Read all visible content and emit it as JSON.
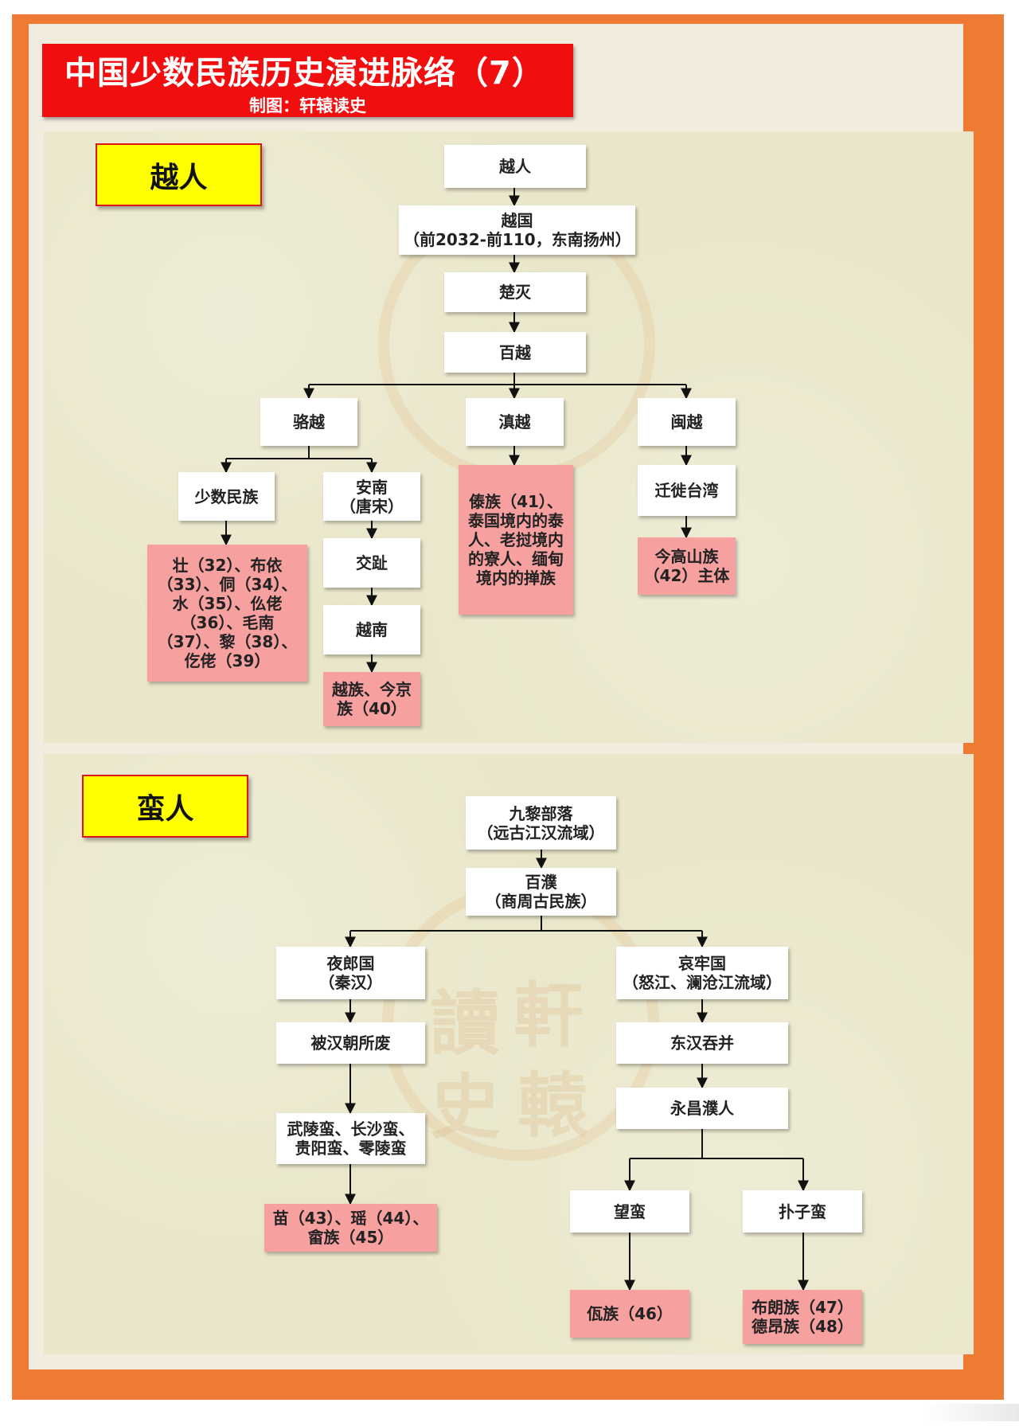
{
  "title": {
    "main": "中国少数民族历史演进脉络（7）",
    "credit": "制图：轩辕读史"
  },
  "sections": {
    "yue": {
      "label": "越人",
      "nodes": {
        "root": "越人",
        "kingdom": "越国\n（前2032-前110，东南扬州）",
        "chu": "楚灭",
        "baiyue": "百越",
        "luoyue": "骆越",
        "dianyue": "滇越",
        "minyue": "闽越",
        "minority": "少数民族",
        "annan": "安南\n（唐宋）",
        "jiaozhi": "交趾",
        "vietnam": "越南",
        "migrate": "迁徙台湾",
        "zhuang": "壮（32）、布依\n（33）、侗（34）、\n水（35）、仫佬\n（36）、毛南\n（37）、黎（38）、\n仡佬（39）",
        "jing": "越族、今京\n族（40）",
        "dai": "傣族（41）、\n泰国境内的泰\n人、老挝境内\n的寮人、缅甸\n境内的掸族",
        "gaoshan": "今高山族\n（42）主体"
      }
    },
    "man": {
      "label": "蛮人",
      "nodes": {
        "jiuli": "九黎部落\n（远古江汉流域）",
        "baipu": "百濮\n（商周古民族）",
        "yelang": "夜郎国\n（秦汉）",
        "ailao": "哀牢国\n（怒江、澜沧江流域）",
        "abolished": "被汉朝所废",
        "annexed": "东汉吞并",
        "wuling": "武陵蛮、长沙蛮、\n贵阳蛮、零陵蛮",
        "yongchang": "永昌濮人",
        "wangman": "望蛮",
        "puziman": "扑子蛮",
        "miao": "苗（43）、瑶（44）、\n畲族（45）",
        "wa": "佤族（46）",
        "bulang": "布朗族（47）\n德昂族（48）"
      }
    }
  },
  "watermark_text": [
    "讀",
    "軒",
    "史",
    "轅"
  ],
  "colors": {
    "frame": "#ee7a33",
    "title_bg": "#f10e0e",
    "label_bg": "#ffff00",
    "leaf_bg": "#f7a0a0",
    "node_bg": "#ffffff"
  }
}
